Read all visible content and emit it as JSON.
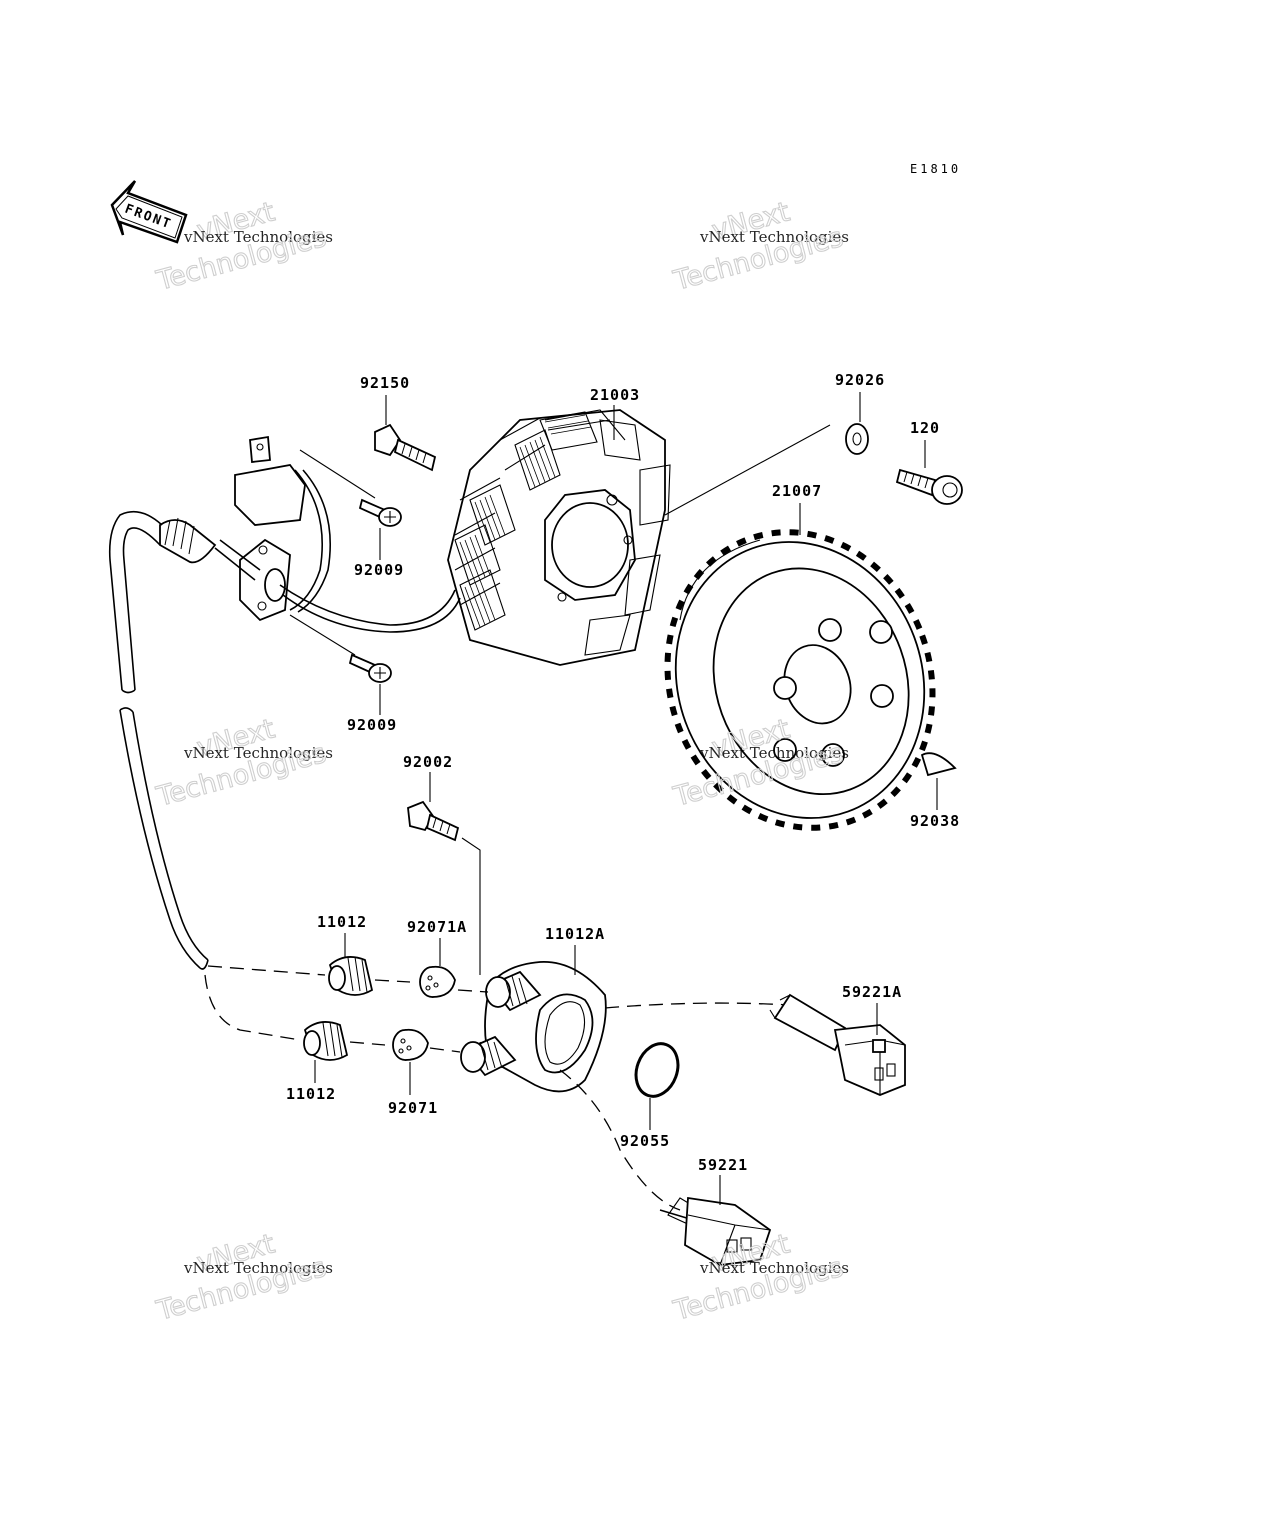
{
  "diagram_code": "E1810",
  "front_marker": "FRONT",
  "watermark": {
    "line1": "vNext",
    "line2": "vNext Technologies",
    "line3": "Technologies"
  },
  "parts": [
    {
      "id": "p92150",
      "label": "92150"
    },
    {
      "id": "p21003",
      "label": "21003"
    },
    {
      "id": "p92026",
      "label": "92026"
    },
    {
      "id": "p120",
      "label": "120"
    },
    {
      "id": "p21007",
      "label": "21007"
    },
    {
      "id": "p92009a",
      "label": "92009"
    },
    {
      "id": "p92009b",
      "label": "92009"
    },
    {
      "id": "p92002",
      "label": "92002"
    },
    {
      "id": "p92038",
      "label": "92038"
    },
    {
      "id": "p11012a",
      "label": "11012"
    },
    {
      "id": "p92071A",
      "label": "92071A"
    },
    {
      "id": "p11012A",
      "label": "11012A"
    },
    {
      "id": "p59221A",
      "label": "59221A"
    },
    {
      "id": "p11012b",
      "label": "11012"
    },
    {
      "id": "p92071",
      "label": "92071"
    },
    {
      "id": "p92055",
      "label": "92055"
    },
    {
      "id": "p59221",
      "label": "59221"
    }
  ]
}
